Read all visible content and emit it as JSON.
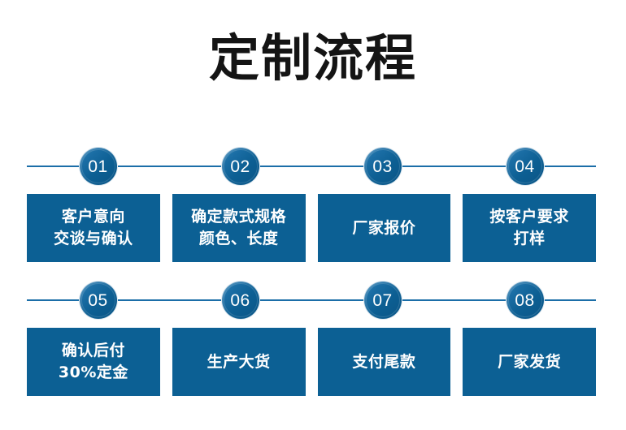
{
  "page": {
    "title": "定制流程",
    "background_color": "#ffffff",
    "accent_color": "#0c6094",
    "line_color": "#1b6ea8",
    "circle_color": "#0d5f93",
    "text_color": "#ffffff"
  },
  "rows": [
    {
      "steps": [
        {
          "number": "01",
          "label": "客户意向\n交谈与确认"
        },
        {
          "number": "02",
          "label": "确定款式规格\n颜色、长度"
        },
        {
          "number": "03",
          "label": "厂家报价"
        },
        {
          "number": "04",
          "label": "按客户要求\n打样"
        }
      ]
    },
    {
      "steps": [
        {
          "number": "05",
          "label": "确认后付\n30%定金"
        },
        {
          "number": "06",
          "label": "生产大货"
        },
        {
          "number": "07",
          "label": "支付尾款"
        },
        {
          "number": "08",
          "label": "厂家发货"
        }
      ]
    }
  ]
}
